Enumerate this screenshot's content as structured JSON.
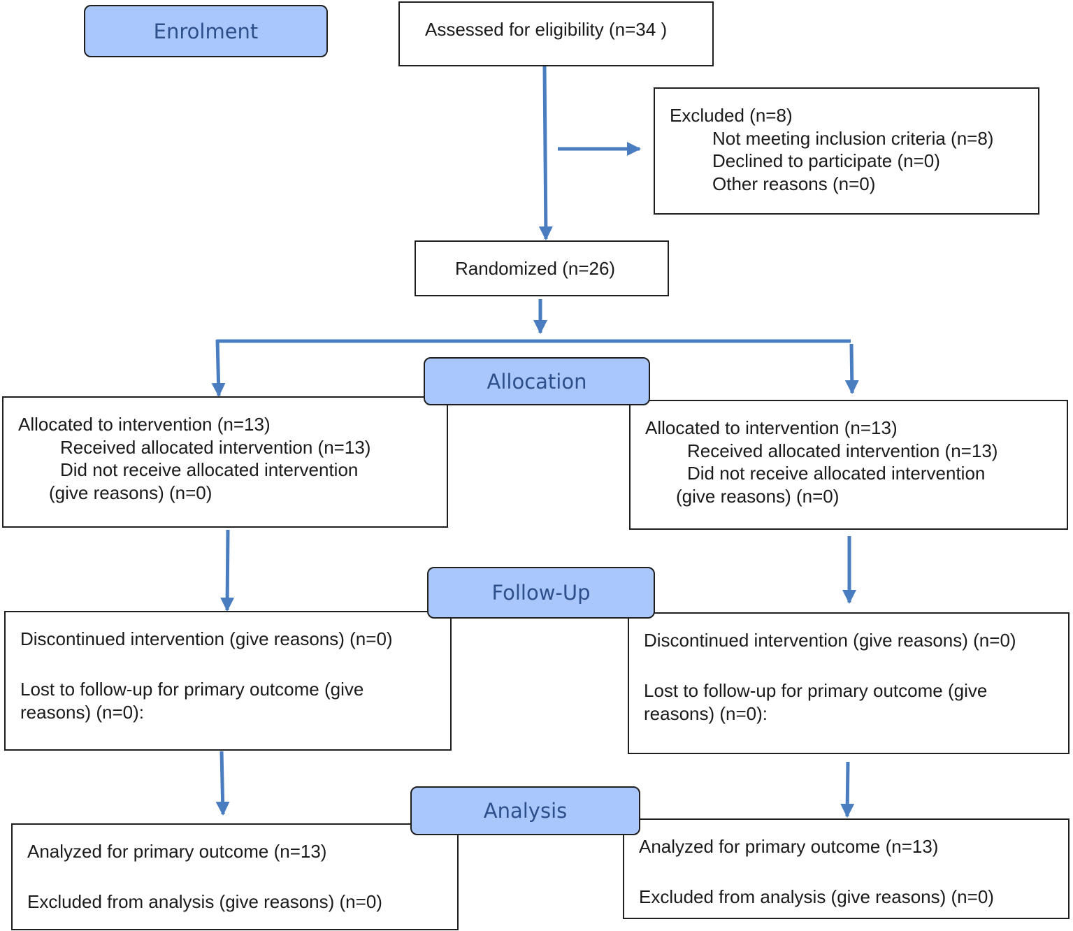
{
  "stages": {
    "enrolment": "Enrolment",
    "allocation": "Allocation",
    "follow_up": "Follow-Up",
    "analysis": "Analysis"
  },
  "assessed": "Assessed for eligibility (n=34 )",
  "excluded": {
    "title": "Excluded (n=8)",
    "items": [
      "Not meeting inclusion criteria (n=8)",
      "Declined to participate (n=0)",
      "Other reasons (n=0)"
    ]
  },
  "randomized": "Randomized (n=26)",
  "allocation_left": {
    "title": "Allocated to intervention (n=13)",
    "received": "Received allocated intervention (n=13)",
    "not_received": "Did not receive allocated intervention",
    "reasons": "(give reasons) (n=0)"
  },
  "allocation_right": {
    "title": "Allocated to intervention (n=13)",
    "received": "Received allocated intervention (n=13)",
    "not_received": "Did not receive allocated intervention",
    "reasons": "(give reasons) (n=0)"
  },
  "followup_left": {
    "discontinued": "Discontinued intervention (give reasons) (n=0)",
    "lost_line1": "Lost to follow-up for primary outcome (give",
    "lost_line2": "reasons) (n=0):"
  },
  "followup_right": {
    "discontinued": "Discontinued intervention (give reasons) (n=0)",
    "lost_line1": "Lost to follow-up for primary outcome (give",
    "lost_line2": "reasons) (n=0):"
  },
  "analysis_left": {
    "analyzed": "Analyzed for primary outcome (n=13)",
    "excluded": "Excluded from analysis (give reasons) (n=0)"
  },
  "analysis_right": {
    "analyzed": "Analyzed for primary outcome (n=13)",
    "excluded": "Excluded from analysis (give reasons) (n=0)"
  },
  "colors": {
    "arrow": "#4a7dc0",
    "stage_fill": "#a9c7fb",
    "stage_text": "#2d4f8c"
  }
}
